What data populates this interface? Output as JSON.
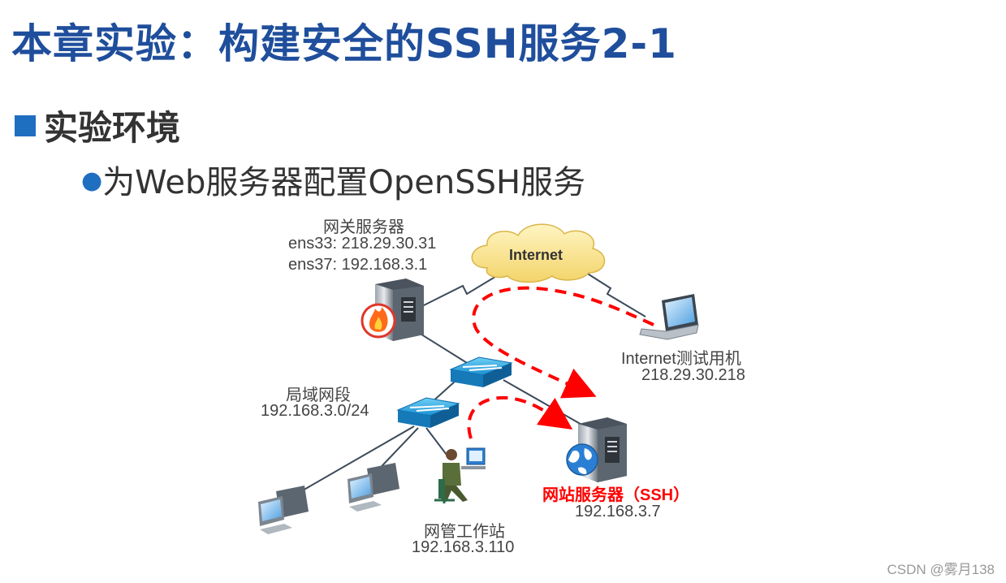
{
  "title": "本章实验：构建安全的SSH服务2-1",
  "section": "实验环境",
  "bullet": "为Web服务器配置OpenSSH服务",
  "cloud_label": "Internet",
  "gateway": {
    "name": "网关服务器",
    "if1": "ens33: 218.29.30.31",
    "if2": "ens37: 192.168.3.1"
  },
  "internet_host": {
    "name": "Internet测试用机",
    "ip": "218.29.30.218"
  },
  "lan": {
    "name": "局域网段",
    "subnet": "192.168.3.0/24"
  },
  "web_server": {
    "name": "网站服务器（SSH）",
    "ip": "192.168.3.7"
  },
  "workstation": {
    "name": "网管工作站",
    "ip": "192.168.3.110"
  },
  "watermark": "CSDN @雾月138",
  "colors": {
    "title": "#1f4e9c",
    "accent": "#1f6fc1",
    "dashed_path": "#ff0000",
    "ssh_label": "#ff0000"
  }
}
